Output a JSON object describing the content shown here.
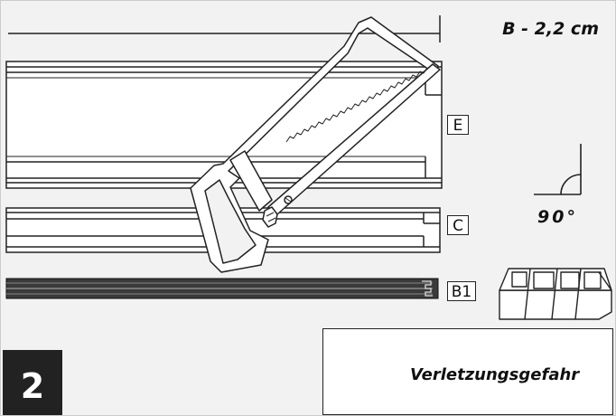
{
  "measurement": "B - 2,2 cm",
  "parts": {
    "e": "E",
    "c": "C",
    "b1": "B1"
  },
  "angle_label": "90°",
  "warning_text": "Verletzungsgefahr",
  "step_number": "2",
  "colors": {
    "background": "#f2f2f2",
    "line": "#222222",
    "rail_fill": "#ffffff",
    "dark_strip": "#3a3a3a",
    "badge": "#222222"
  },
  "icons": [
    "hacksaw-icon",
    "miter-box-icon",
    "right-angle-icon",
    "warning-triangle-icon"
  ]
}
